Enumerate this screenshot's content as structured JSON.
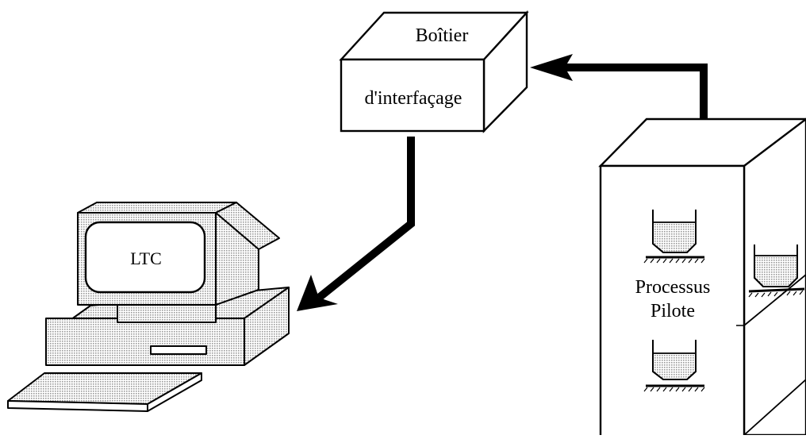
{
  "interface_box": {
    "label_line1": "Boîtier",
    "label_line2": "d'interfaçage"
  },
  "computer": {
    "screen_label": "LTC"
  },
  "process": {
    "label_line1": "Processus",
    "label_line2": "Pilote"
  },
  "colors": {
    "stroke": "#000000",
    "face": "#ffffff",
    "dot_fill": "#c8c8c8"
  }
}
